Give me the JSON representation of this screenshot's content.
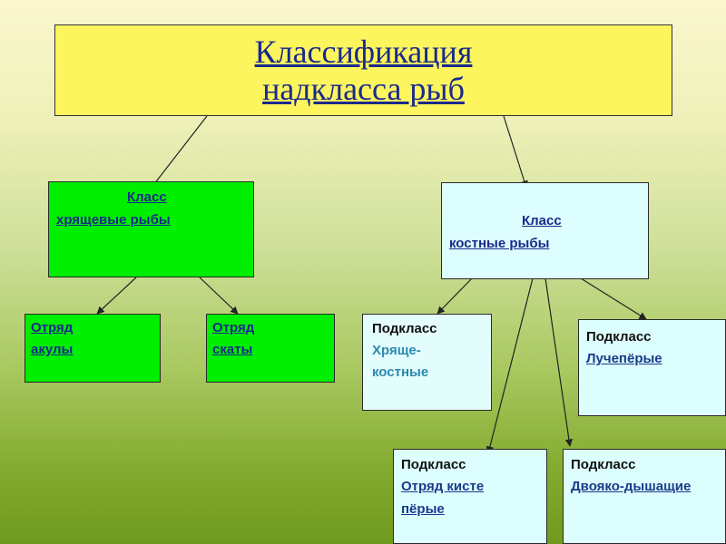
{
  "title": {
    "line1": "Классификация",
    "line2": "надкласса рыб"
  },
  "cartilaginous": {
    "line1": "Класс",
    "line2": "хрящевые рыбы"
  },
  "bony": {
    "line1": "Класс",
    "line2": "костные рыбы"
  },
  "sharks": {
    "line1": "Отряд",
    "line2": "акулы"
  },
  "rays": {
    "line1": "Отряд",
    "line2": "скаты"
  },
  "chondrostei": {
    "header": "Подкласс",
    "line1": "Хряще-",
    "line2": "костные"
  },
  "actinopterygii": {
    "header": "Подкласс",
    "line1": "Лучепёрые"
  },
  "crossopterygii": {
    "header": "Подкласс",
    "line1": "Отряд кисте",
    "line2": "пёрые"
  },
  "dipnoi": {
    "header": "Подкласс",
    "line1": "Двояко-дышащие"
  }
}
